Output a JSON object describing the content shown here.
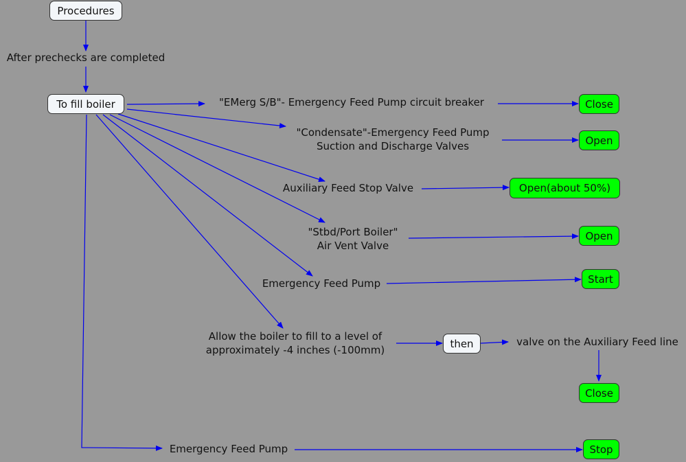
{
  "nodes": {
    "procedures": "Procedures",
    "prechecks": "After prechecks are completed",
    "fill_boiler": "To fill boiler",
    "emerg_sb": "\"EMerg S/B\"- Emergency Feed Pump circuit breaker",
    "condensate_1": "\"Condensate\"-Emergency Feed Pump",
    "condensate_2": "Suction and Discharge Valves",
    "aux_stop": "Auxiliary Feed Stop Valve",
    "stbd_1": "\"Stbd/Port Boiler\"",
    "stbd_2": "Air Vent Valve",
    "efp_start": "Emergency Feed Pump",
    "allow_1": "Allow the boiler to fill to a level of",
    "allow_2": "approximately -4 inches (-100mm)",
    "then": "then",
    "valve_aux": "valve on the Auxiliary Feed line",
    "efp_stop": "Emergency Feed Pump"
  },
  "actions": {
    "close_1": "Close",
    "open_1": "Open",
    "open_50": "Open(about 50%)",
    "open_2": "Open",
    "start": "Start",
    "close_2": "Close",
    "stop": "Stop"
  },
  "colors": {
    "background": "#999999",
    "connector": "#0000ee",
    "action_fill": "#00ff00",
    "node_fill": "#f3f6f9"
  }
}
